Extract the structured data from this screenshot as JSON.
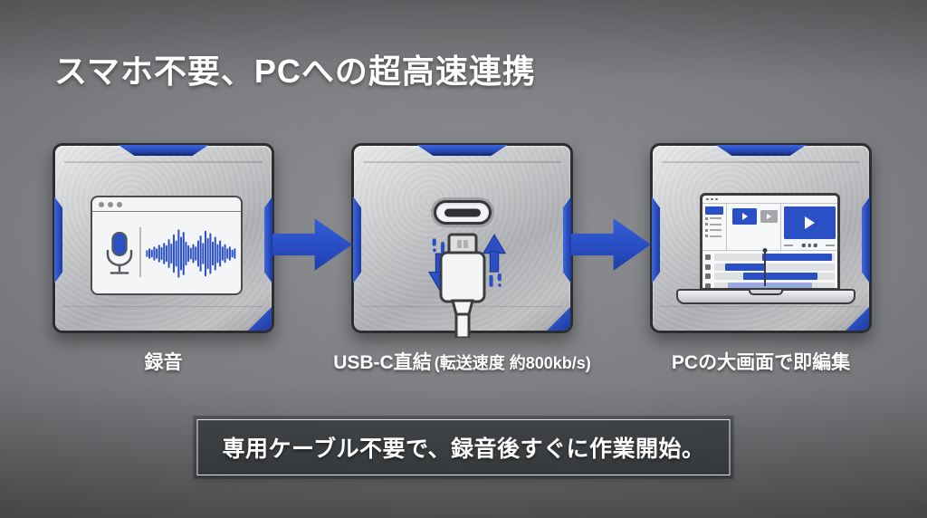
{
  "title": "スマホ不要、PCへの超高速連携",
  "steps": [
    {
      "id": "recording",
      "label": "録音",
      "icon": "microphone-waveform-window-icon"
    },
    {
      "id": "usb-c-direct",
      "label": "USB-C直結",
      "label_sub": "(転送速度 約800kb/s)",
      "icon": "usb-c-plug-icon"
    },
    {
      "id": "pc-edit",
      "label": "PCの大画面で即編集",
      "icon": "laptop-video-editor-icon"
    }
  ],
  "footer": {
    "note": "専用ケーブル不要で、録音後すぐに作業開始。"
  },
  "icons": {
    "flow": "right-arrow",
    "transfer_down": "down-arrow",
    "transfer_up": "up-arrow",
    "play": "play-triangle"
  },
  "colors": {
    "accent_blue": "#2b50c6",
    "accent_blue_deep": "#1c3aa4",
    "accent_blue_bright": "#3e66dc",
    "panel_silver": "#c0c2c4",
    "panel_border": "#2b2d2f",
    "background_gray": "#6a6c6f",
    "text_white": "#ffffff"
  }
}
